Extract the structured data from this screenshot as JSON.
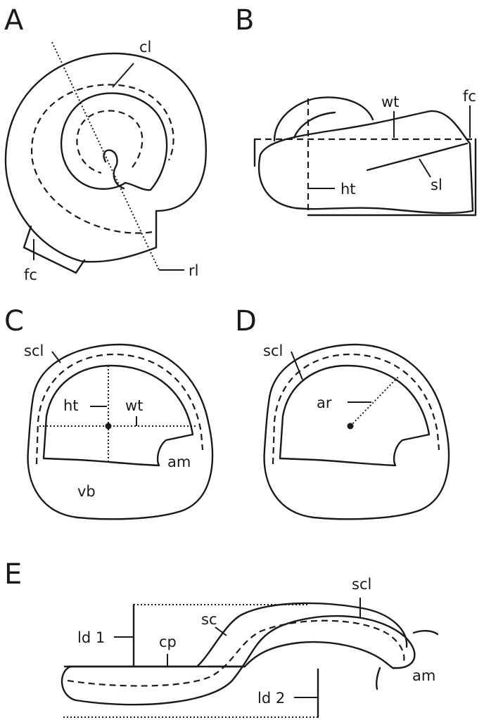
{
  "panels": {
    "A": {
      "letter": "A",
      "labels": {
        "cl": "cl",
        "fc": "fc",
        "rl": "rl"
      }
    },
    "B": {
      "letter": "B",
      "labels": {
        "wt": "wt",
        "fc": "fc",
        "ht": "ht",
        "sl": "sl"
      }
    },
    "C": {
      "letter": "C",
      "labels": {
        "scl": "scl",
        "ht": "ht",
        "wt": "wt",
        "am": "am",
        "vb": "vb"
      }
    },
    "D": {
      "letter": "D",
      "labels": {
        "scl": "scl",
        "ar": "ar"
      }
    },
    "E": {
      "letter": "E",
      "labels": {
        "sc": "sc",
        "scl": "scl",
        "ld1": "ld 1",
        "cp": "cp",
        "am": "am",
        "ld2": "ld 2"
      }
    }
  }
}
